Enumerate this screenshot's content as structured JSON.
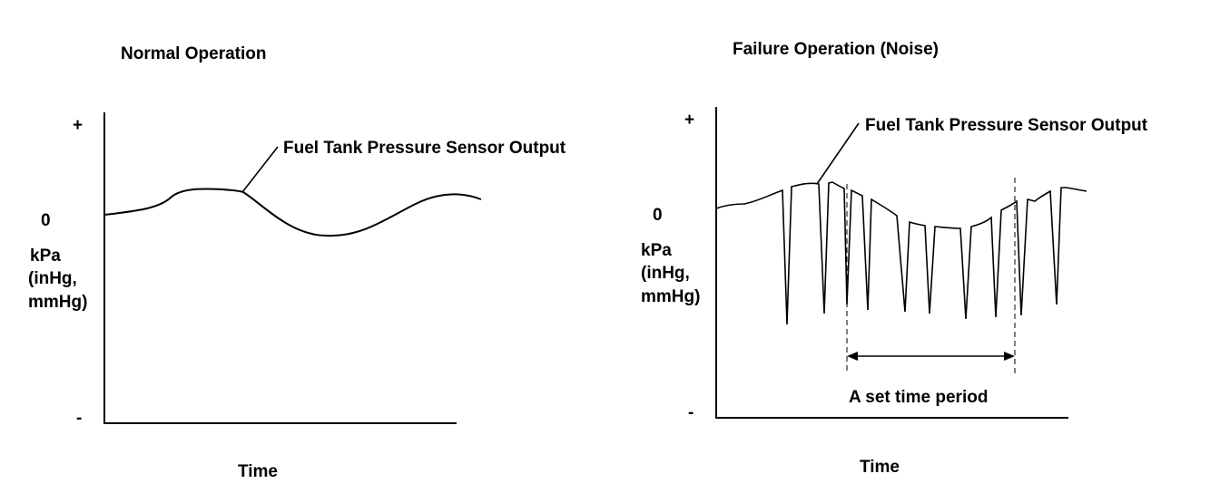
{
  "left_panel": {
    "title": "Normal Operation",
    "axis_plus": "+",
    "axis_zero": "0",
    "axis_minus": "-",
    "axis_unit": [
      "kPa",
      "(inHg,",
      "mmHg)"
    ],
    "xlabel": "Time",
    "curve_label": "Fuel Tank Pressure Sensor Output"
  },
  "right_panel": {
    "title": "Failure Operation (Noise)",
    "axis_plus": "+",
    "axis_zero": "0",
    "axis_minus": "-",
    "axis_unit": [
      "kPa",
      "(inHg,",
      "mmHg)"
    ],
    "xlabel": "Time",
    "curve_label": "Fuel Tank Pressure Sensor Output",
    "period_label": "A set time period"
  },
  "colors": {
    "line": "#000000",
    "background": "#ffffff"
  }
}
